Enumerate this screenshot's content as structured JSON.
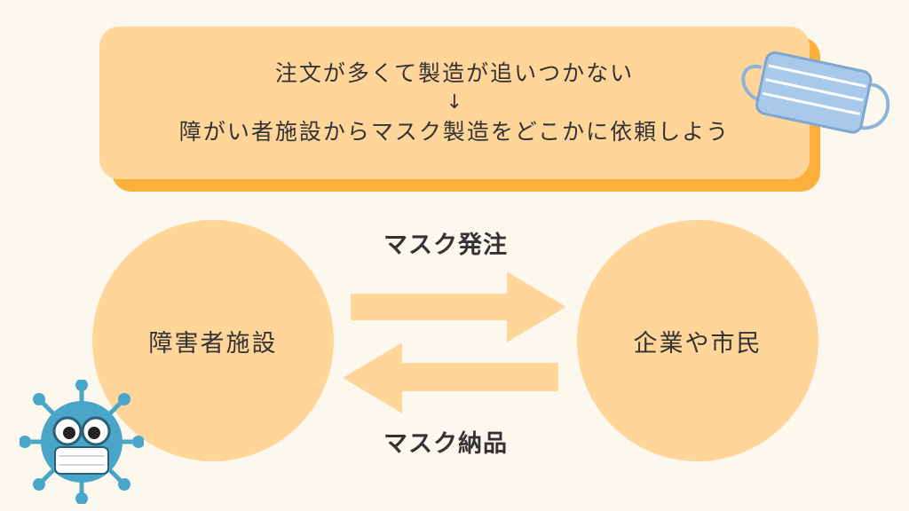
{
  "banner": {
    "line1": "注文が多くて製造が追いつかない",
    "arrow": "↓",
    "line2": "障がい者施設からマスク製造をどこかに依頼しよう"
  },
  "left_node": {
    "label": "障害者施設"
  },
  "right_node": {
    "label": "企業や市民"
  },
  "edges": {
    "order_label": "マスク発注",
    "delivery_label": "マスク納品"
  },
  "icons": {
    "mask": "face-mask-icon",
    "virus": "virus-mascot-icon"
  },
  "colors": {
    "background": "#fdf8ee",
    "fill": "#ffd59a",
    "shadow": "#fbb03b",
    "mask_blue": "#9cc0e6",
    "virus_blue": "#4aa6c8"
  }
}
